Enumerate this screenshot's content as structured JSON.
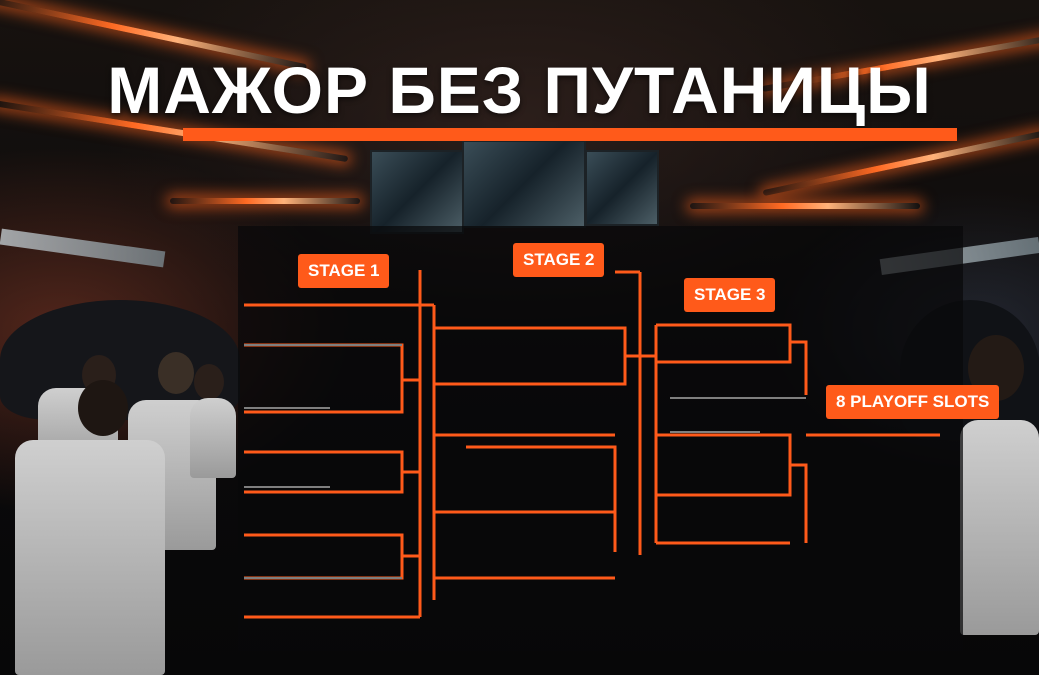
{
  "title": "МАЖОР БЕЗ ПУТАНИЦЫ",
  "stages": {
    "stage1": "STAGE 1",
    "stage2": "STAGE 2",
    "stage3": "STAGE 3",
    "playoff": "8 PLAYOFF SLOTS"
  },
  "colors": {
    "accent": "#ff5a1a",
    "text": "#ffffff"
  }
}
